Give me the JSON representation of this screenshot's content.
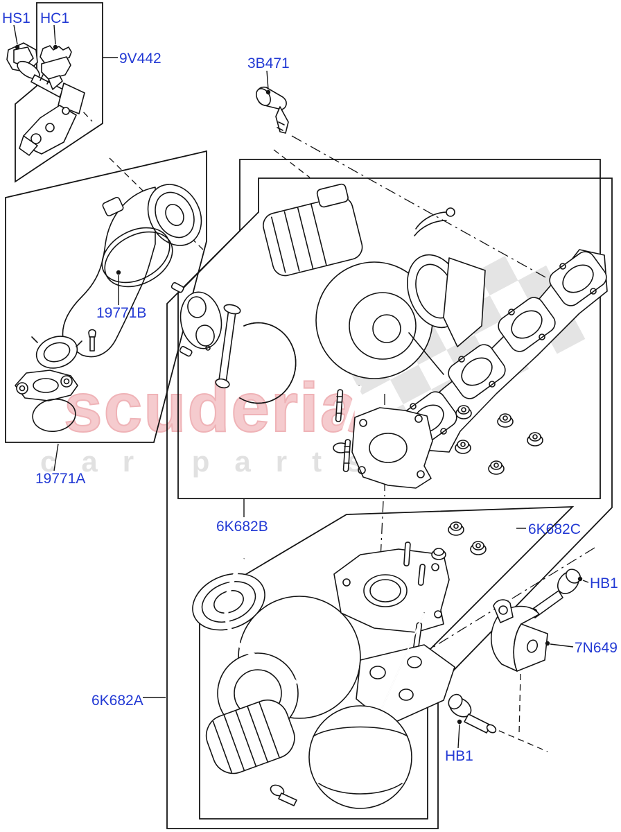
{
  "diagram": {
    "title": "Turbocharger parts diagram",
    "colors": {
      "label_blue": "#2239d4",
      "line": "#141414",
      "watermark_pink": "#f5cbce",
      "watermark_gray": "#e1e1e1",
      "flag_gray": "#e4e4e4",
      "background": "#ffffff"
    },
    "watermark": {
      "brand": "scuderia",
      "tagline": "car parts"
    },
    "labels": {
      "hs1": "HS1",
      "hc1": "HC1",
      "bracket": "9V442",
      "sensor": "3B471",
      "outlet_pipe": "19771B",
      "o_ring": "19771A",
      "manifold_kit": "6K682B",
      "fastener_kit": "6K682C",
      "turbo_assy": "6K682A",
      "bolt_upper": "HB1",
      "support_bracket": "7N649",
      "bolt_lower": "HB1"
    }
  }
}
